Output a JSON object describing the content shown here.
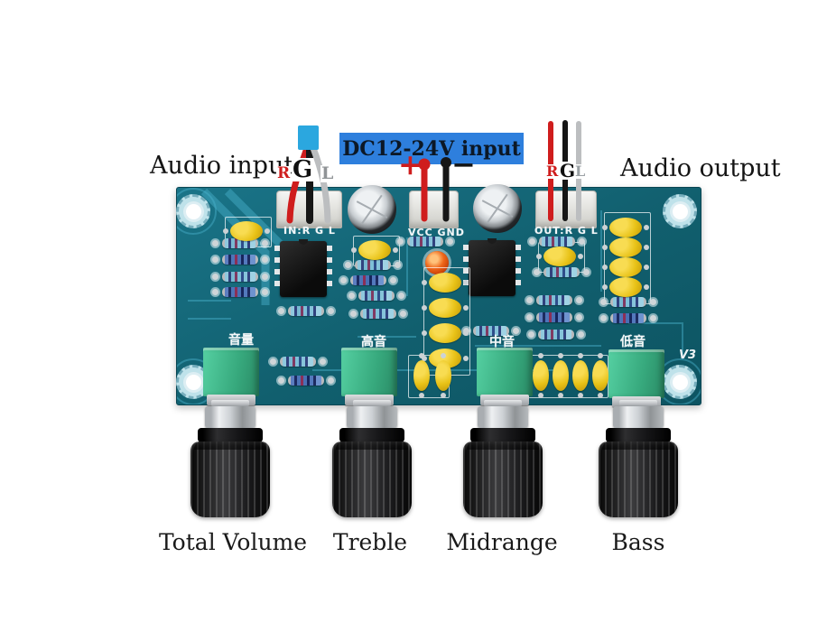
{
  "colors": {
    "pcb": "#115f6e",
    "dc_box": "#2e7fdd",
    "wire_red": "#cf1d1d",
    "wire_black": "#161616",
    "wire_gray": "#bcbec0",
    "pot_green": "#37a97d",
    "cap_yellow": "#e8c217",
    "led_orange": "#ef671a"
  },
  "annotations": {
    "audio_input": "Audio input",
    "audio_output": "Audio output",
    "dc_power": "DC12-24V input",
    "plus": "+",
    "minus": "−"
  },
  "input_wires": {
    "r": "R",
    "g": "G",
    "l": "L"
  },
  "output_wires": {
    "r": "R",
    "g": "G",
    "l": "L"
  },
  "pcb_silkscreen": {
    "input_header": "IN:R G L",
    "power_header": "VCC GND",
    "output_header": "OUT:R G L",
    "version": "V3"
  },
  "controls": [
    {
      "cn_label": "音量",
      "en_label": "Total Volume"
    },
    {
      "cn_label": "高音",
      "en_label": "Treble"
    },
    {
      "cn_label": "中音",
      "en_label": "Midrange"
    },
    {
      "cn_label": "低音",
      "en_label": "Bass"
    }
  ]
}
